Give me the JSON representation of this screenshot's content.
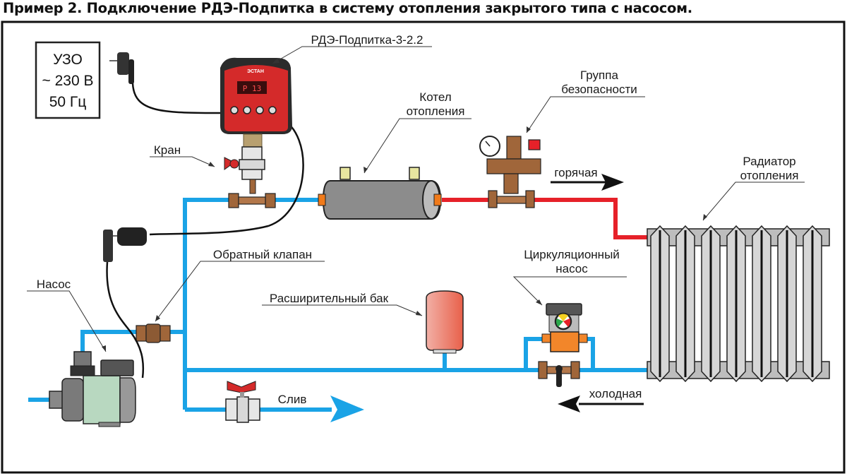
{
  "title": "Пример 2. Подключение РДЭ-Подпитка в систему отопления закрытого типа с насосом.",
  "colors": {
    "cold_pipe": "#1aa3e6",
    "hot_pipe": "#e62129",
    "controller_body": "#d42a2a",
    "brass": "#a0663a",
    "boiler": "#8c8c8c",
    "radiator": "#d0d0d0",
    "tank": "#e8735a",
    "circ_pump_body": "#f2862a"
  },
  "power_box": {
    "line1": "УЗО",
    "line2": "~ 230 В",
    "line3": "50 Гц"
  },
  "controller": {
    "brand": "ЭСТАН",
    "display": "P  13"
  },
  "labels": {
    "controller": "РДЭ-Подпитка-3-2.2",
    "valve": "Кран",
    "boiler_l1": "Котел",
    "boiler_l2": "отопления",
    "safety_l1": "Группа",
    "safety_l2": "безопасности",
    "hot": "горячая",
    "radiator_l1": "Радиатор",
    "radiator_l2": "отопления",
    "check_valve": "Обратный клапан",
    "pump": "Насос",
    "expansion_tank": "Расширительный бак",
    "circ_pump_l1": "Циркуляционный",
    "circ_pump_l2": "насос",
    "cold": "холодная",
    "drain": "Слив"
  }
}
